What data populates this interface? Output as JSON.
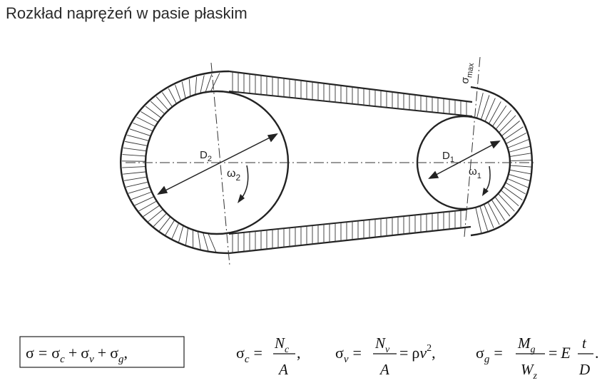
{
  "title": "Rozkład naprężeń w pasie płaskim",
  "labels": {
    "d2": {
      "main": "D",
      "sub": "2"
    },
    "d1": {
      "main": "D",
      "sub": "1"
    },
    "omega2": {
      "main": "ω",
      "sub": "2"
    },
    "omega1": {
      "main": "ω",
      "sub": "1"
    },
    "sigma_max": {
      "main": "σ",
      "sub": "max"
    }
  },
  "formulas": {
    "total": {
      "lhs": "σ",
      "eq": "=",
      "t1": "σ",
      "s1": "c",
      "plus1": "+",
      "t2": "σ",
      "s2": "v",
      "plus2": "+",
      "t3": "σ",
      "s3": "g",
      "comma": ","
    },
    "sigma_c": {
      "lhs": "σ",
      "lhs_sub": "c",
      "eq": "=",
      "num": "N",
      "num_sub": "c",
      "den": "A",
      "comma": ","
    },
    "sigma_v": {
      "lhs": "σ",
      "lhs_sub": "v",
      "eq": "=",
      "num": "N",
      "num_sub": "v",
      "den": "A",
      "eq2": "=",
      "rho": "ρ",
      "v": "v",
      "pow": "2",
      "comma": ","
    },
    "sigma_g": {
      "lhs": "σ",
      "lhs_sub": "g",
      "eq": "=",
      "num": "M",
      "num_sub": "g",
      "den": "W",
      "den_sub": "z",
      "eq2": "=",
      "E": "E",
      "num2": "t",
      "den2": "D",
      "dot": "."
    }
  }
}
